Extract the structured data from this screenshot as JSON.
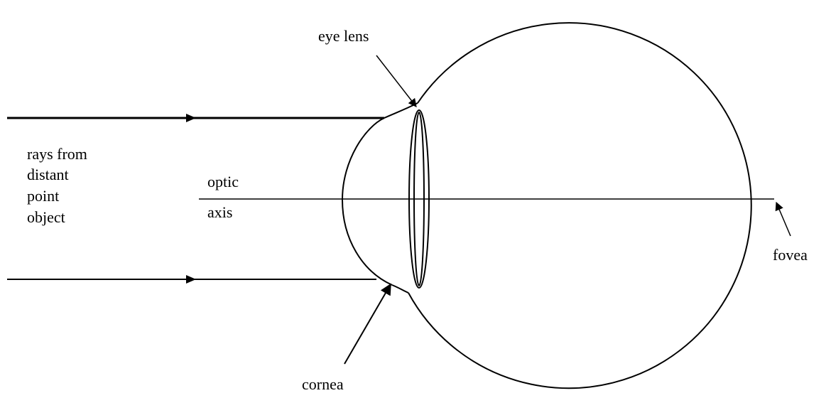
{
  "labels": {
    "eye_lens": "eye lens",
    "rays": [
      "rays from",
      "distant",
      "point",
      "object"
    ],
    "optic_axis": [
      "optic",
      "axis"
    ],
    "fovea": "fovea",
    "cornea": "cornea"
  },
  "colors": {
    "stroke": "#000000",
    "background": "#ffffff"
  }
}
